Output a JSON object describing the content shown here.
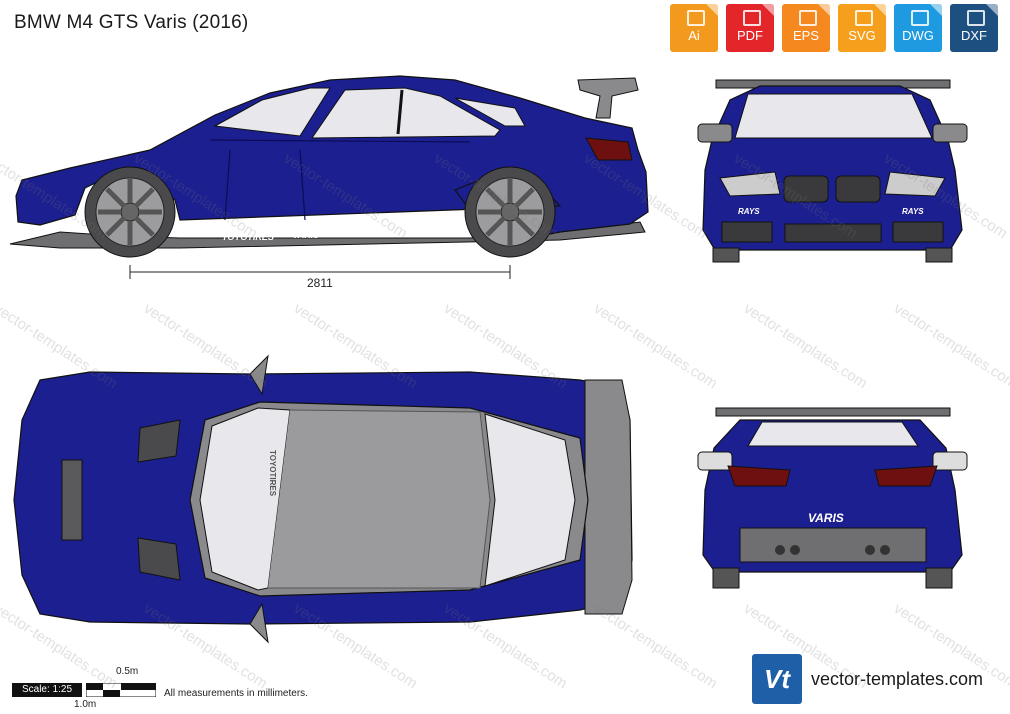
{
  "title": "BMW M4 GTS Varis (2016)",
  "formats": [
    {
      "label": "Ai",
      "color": "#f39a1e",
      "icon": "ai-file-icon"
    },
    {
      "label": "PDF",
      "color": "#e2262a",
      "icon": "pdf-file-icon"
    },
    {
      "label": "EPS",
      "color": "#f5891f",
      "icon": "eps-file-icon"
    },
    {
      "label": "SVG",
      "color": "#f59f1d",
      "icon": "svg-file-icon"
    },
    {
      "label": "DWG",
      "color": "#1e9ae0",
      "icon": "dwg-file-icon"
    },
    {
      "label": "DXF",
      "color": "#1d4f80",
      "icon": "dxf-file-icon"
    }
  ],
  "dimension": "2811",
  "scale": {
    "label": "Scale: 1:25",
    "half": "0.5m",
    "full": "1.0m"
  },
  "note": "All measurements in millimeters.",
  "brand": {
    "logo": "Vt",
    "text": "vector-templates.com"
  },
  "watermark": "vector-templates.com",
  "decals": {
    "toyotires": "TOYOTIRES",
    "varis": "VARIS",
    "ind": "IND",
    "rays": "RAYS"
  },
  "colors": {
    "body": "#1c1f8f",
    "body_dark": "#12146b",
    "body_light": "#2a2fa8",
    "glass": "#e8e8ec",
    "carbon": "#7a7a7c",
    "tire": "#555",
    "rim": "#9a9a9a",
    "outline": "#111"
  }
}
